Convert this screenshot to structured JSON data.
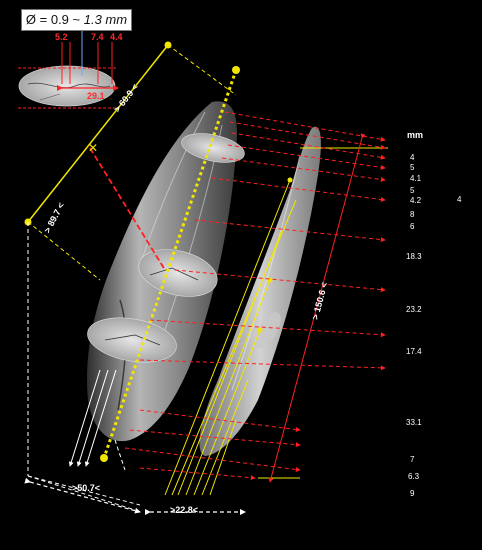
{
  "header": {
    "diameter_prefix": "Ø = 0.9 ~ ",
    "diameter_value": "1.3 mm"
  },
  "cross_section": {
    "top_values": [
      "5.2",
      "7.4",
      "4.4"
    ],
    "inner_value": "29.1"
  },
  "dimensions": {
    "diag_upper": "> 60.9 <",
    "diag_left": "> 89.7 <",
    "length": "> 150.6 <",
    "bottom_left": ">50.7<",
    "bottom_right": ">22.8<"
  },
  "scale": {
    "unit": "mm",
    "extra": "4",
    "values": [
      "4",
      "5",
      "4.1",
      "5",
      "4.2",
      "8",
      "6",
      "18.3",
      "23.2",
      "17.4",
      "33.1",
      "7",
      "6.3",
      "9"
    ]
  },
  "colors": {
    "background": "#000000",
    "marker_red": "#ff2020",
    "guide_yellow": "#f2e600",
    "label_white": "#ffffff"
  }
}
